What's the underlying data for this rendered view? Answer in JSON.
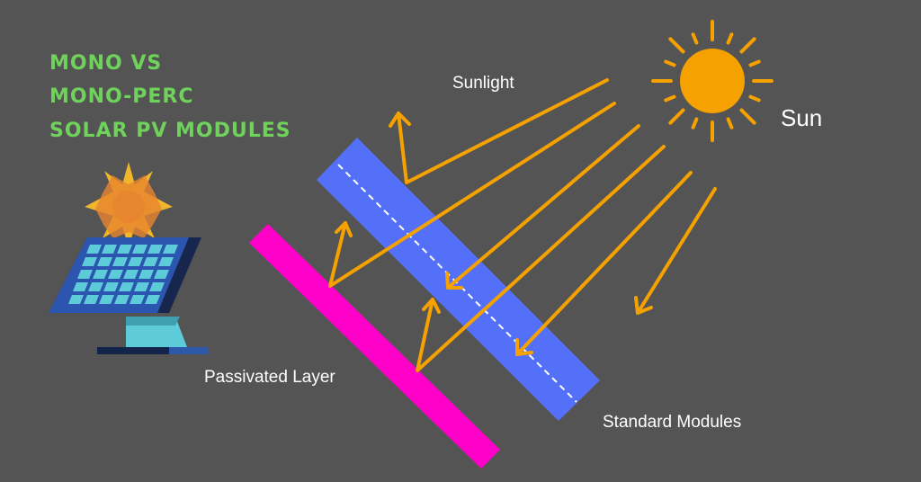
{
  "title": {
    "line1": "MONO VS",
    "line2": "MONO-PERC",
    "line3": "SOLAR PV MODULES"
  },
  "labels": {
    "sunlight": "Sunlight",
    "sun": "Sun",
    "passivated_layer": "Passivated Layer",
    "standard_modules": "Standard Modules"
  },
  "colors": {
    "background": "#545454",
    "title": "#6fd35b",
    "arrows": "#f5a100",
    "module": "#5470f8",
    "passivated_layer": "#ff00c8"
  },
  "icons": [
    "solar-panel-icon",
    "sun-icon"
  ]
}
